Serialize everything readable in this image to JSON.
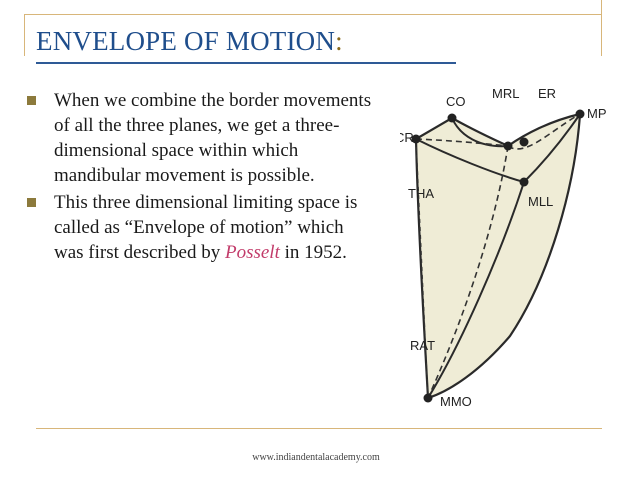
{
  "slide": {
    "title": "ENVELOPE OF MOTION",
    "title_colon": ":",
    "bullets": [
      {
        "text": "When we combine the border movements of all the three planes, we get a three-dimensional space within which mandibular movement is possible."
      },
      {
        "text_before": "This three dimensional limiting space is called as “Envelope of motion” which was first described by ",
        "emphasis": "Posselt",
        "text_after": " in 1952."
      }
    ],
    "footer": "www.indiandentalacademy.com"
  },
  "figure": {
    "labels": {
      "co": "CO",
      "mrl": "MRL",
      "er": "ER",
      "mp": "MP",
      "cr": "CR",
      "tha": "THA",
      "mll": "MLL",
      "rat": "RAT",
      "mmo": "MMO"
    }
  },
  "colors": {
    "title": "#1f4e8c",
    "bullet": "#8c7a3c",
    "emphasis": "#c23b6a",
    "frame": "#d8b67a",
    "figure_fill": "#efecd6"
  }
}
